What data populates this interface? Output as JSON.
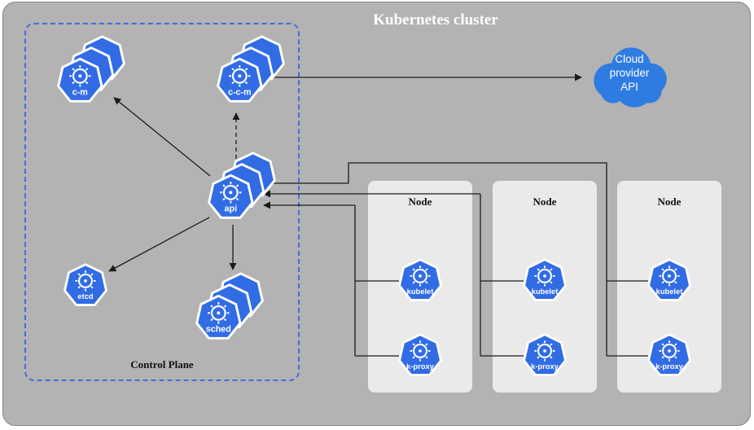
{
  "title": "Kubernetes cluster",
  "control_plane": {
    "label": "Control Plane",
    "components": {
      "cm": {
        "label": "c-m"
      },
      "ccm": {
        "label": "c-c-m"
      },
      "api": {
        "label": "api"
      },
      "etcd": {
        "label": "etcd"
      },
      "sched": {
        "label": "sched"
      }
    }
  },
  "cloud": {
    "line1": "Cloud",
    "line2": "provider",
    "line3": "API"
  },
  "nodes": [
    {
      "label": "Node",
      "components": {
        "kubelet": "kubelet",
        "kproxy": "k-proxy"
      }
    },
    {
      "label": "Node",
      "components": {
        "kubelet": "kubelet",
        "kproxy": "k-proxy"
      }
    },
    {
      "label": "Node",
      "components": {
        "kubelet": "kubelet",
        "kproxy": "k-proxy"
      }
    }
  ],
  "colors": {
    "k8s_blue": "#326CE5",
    "cloud_blue": "#2E7CE1",
    "bg_gray": "#b3b3b3",
    "node_bg": "#eaeaea",
    "cp_border": "#3f6fd8",
    "wire": "#1b1b1b"
  }
}
